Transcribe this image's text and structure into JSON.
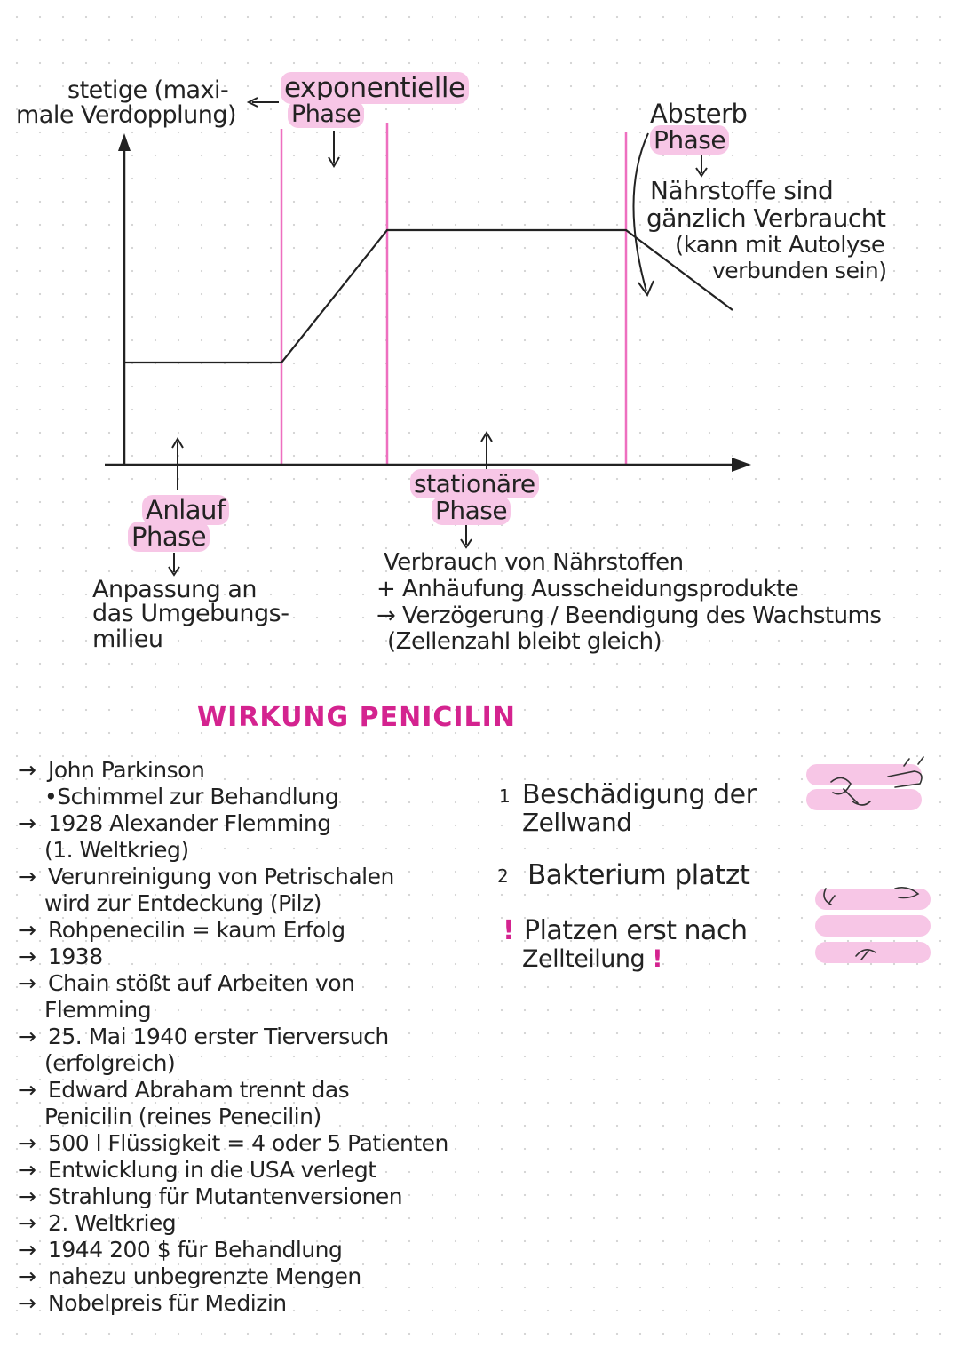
{
  "graph": {
    "label_stetige_line1": "stetige (maxi-",
    "label_stetige_line2": "male Verdopplung)",
    "label_exponentielle_line1": "exponentielle",
    "label_exponentielle_line2": "Phase",
    "label_absterb_line1": "Absterb",
    "label_absterb_line2": "Phase",
    "absterb_desc": [
      "Nährstoffe sind",
      "gänzlich Verbraucht",
      "(kann mit Autolyse",
      "verbunden sein)"
    ],
    "label_anlauf_line1": "Anlauf",
    "label_anlauf_line2": "Phase",
    "anlauf_desc": [
      "Anpassung an",
      "das Umgebungs-",
      "milieu"
    ],
    "label_stationaer_line1": "stationäre",
    "label_stationaer_line2": "Phase",
    "stationaer_desc": [
      "Verbrauch von Nährstoffen",
      "+ Anhäufung Ausscheidungsprodukte",
      "→ Verzögerung / Beendigung des Wachstums",
      "(Zellenzahl bleibt gleich)"
    ]
  },
  "section_title": "WIRKUNG PENICILIN",
  "notes": [
    {
      "arrow": "→",
      "text": "John Parkinson"
    },
    {
      "arrow": "",
      "text": "•Schimmel zur Behandlung",
      "sub": true
    },
    {
      "arrow": "→",
      "text": "1928 Alexander Flemming"
    },
    {
      "arrow": "",
      "text": "(1. Weltkrieg)",
      "sub": true
    },
    {
      "arrow": "→",
      "text": "Verunreinigung von Petrischalen"
    },
    {
      "arrow": "",
      "text": "wird zur Entdeckung (Pilz)",
      "sub": true
    },
    {
      "arrow": "→",
      "text": "Rohpenecilin = kaum Erfolg"
    },
    {
      "arrow": "→",
      "text": "1938"
    },
    {
      "arrow": "→",
      "text": "Chain stößt auf Arbeiten von"
    },
    {
      "arrow": "",
      "text": "Flemming",
      "sub": true
    },
    {
      "arrow": "→",
      "text": "25. Mai 1940 erster Tierversuch"
    },
    {
      "arrow": "",
      "text": "(erfolgreich)",
      "sub": true
    },
    {
      "arrow": "→",
      "text": "Edward Abraham trennt das"
    },
    {
      "arrow": "",
      "text": "Penicilin (reines Penecilin)",
      "sub": true
    },
    {
      "arrow": "→",
      "text": "500 l Flüssigkeit = 4 oder 5 Patienten"
    },
    {
      "arrow": "→",
      "text": "Entwicklung in die USA verlegt"
    },
    {
      "arrow": "→",
      "text": "Strahlung für Mutantenversionen"
    },
    {
      "arrow": "→",
      "text": "2. Weltkrieg"
    },
    {
      "arrow": "→",
      "text": "1944 200 $ für Behandlung"
    },
    {
      "arrow": "→",
      "text": "nahezu unbegrenzte Mengen"
    },
    {
      "arrow": "→",
      "text": "Nobelpreis für Medizin"
    }
  ],
  "side": {
    "item1_marker": "1",
    "item1_line1": "Beschädigung der",
    "item1_line2": "Zellwand",
    "item2_marker": "2",
    "item2_text": "Bakterium platzt",
    "item3_marker": "!",
    "item3_line1": "Platzen erst nach",
    "item3_line2": "Zellteilung",
    "item3_end": "!"
  },
  "colors": {
    "accent": "#d4238f",
    "highlight": "#f7c6e6",
    "phase_line": "#ee6fbf",
    "ink": "#222222"
  }
}
